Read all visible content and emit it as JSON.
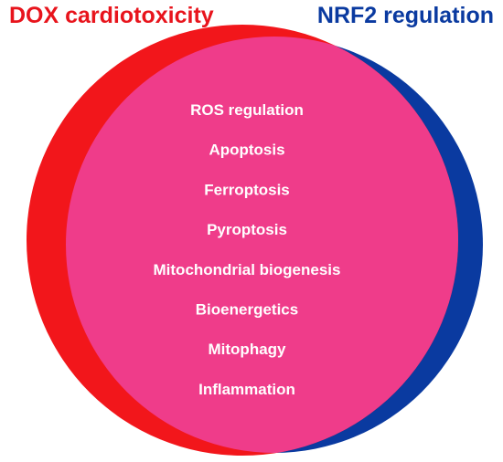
{
  "sets": {
    "left": {
      "title": "DOX cardiotoxicity",
      "color": "#f2161b"
    },
    "right": {
      "title": "NRF2 regulation",
      "color": "#0a3aa0"
    }
  },
  "overlap": {
    "color": "#ef3c8a",
    "items": [
      "ROS regulation",
      "Apoptosis",
      "Ferroptosis",
      "Pyroptosis",
      "Mitochondrial biogenesis",
      "Bioenergetics",
      "Mitophagy",
      "Inflammation"
    ]
  },
  "background": "#ffffff"
}
